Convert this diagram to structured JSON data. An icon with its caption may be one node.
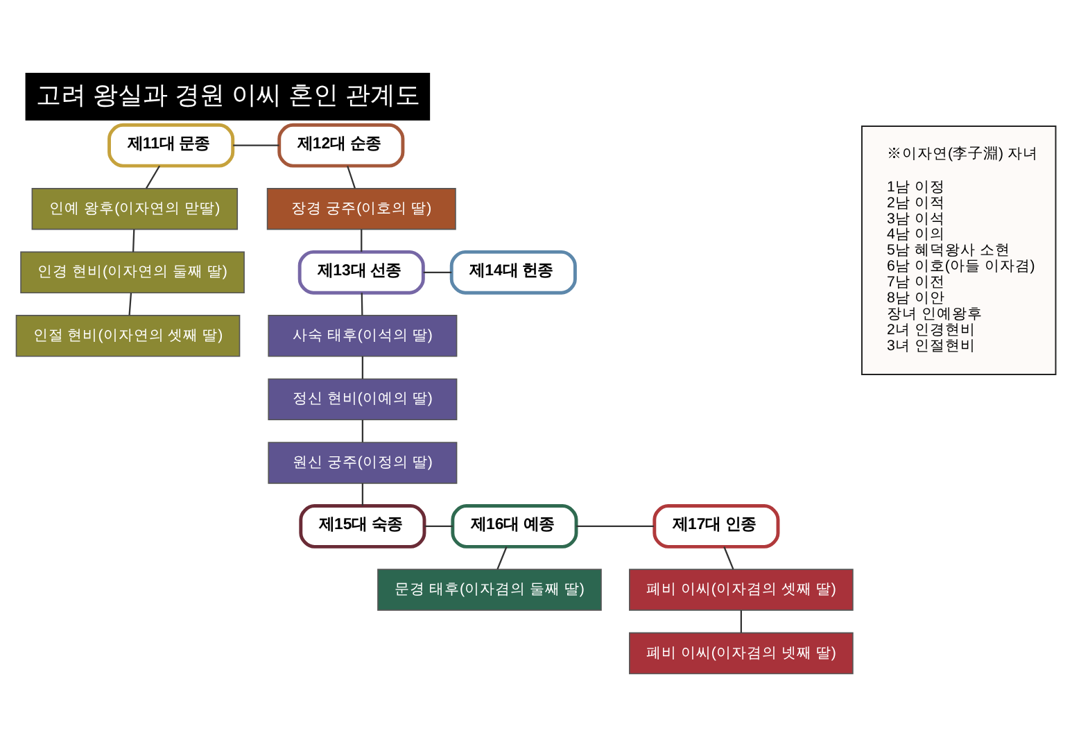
{
  "diagram": {
    "title": "고려 왕실과 경원 이씨 혼인 관계도",
    "nodes": [
      {
        "text": [
          "제11대 문종"
        ]
      },
      {
        "text": [
          "제12대 순종"
        ]
      },
      {
        "text": [
          "인예 왕후(이자연의 맏딸)"
        ]
      },
      {
        "text": [
          "인경 현비(이자연의 둘째 딸)"
        ]
      },
      {
        "text": [
          "인절 현비(이자연의 셋째 딸)"
        ]
      },
      {
        "text": [
          "장경 궁주(이호의 딸)"
        ]
      },
      {
        "text": [
          "제13대 선종"
        ]
      },
      {
        "text": [
          "제14대 헌종"
        ]
      },
      {
        "text": [
          "사숙 태후(이석의 딸)"
        ]
      },
      {
        "text": [
          "정신 현비(이예의 딸)"
        ]
      },
      {
        "text": [
          "원신 궁주(이정의 딸)"
        ]
      },
      {
        "text": [
          "제15대 숙종"
        ]
      },
      {
        "text": [
          "제16대 예종"
        ]
      },
      {
        "text": [
          "제17대 인종"
        ]
      },
      {
        "text": [
          "문경 태후(이자겸의 둘째 딸)"
        ]
      },
      {
        "text": [
          "폐비 이씨(이자겸의 셋째 딸)"
        ]
      },
      {
        "text": [
          "폐비 이씨(이자겸의 넷째 딸)"
        ]
      },
      {
        "text": [
          "※이자연(李子淵) 자녀",
          "1남 이정",
          "2남 이적",
          "3남 이석",
          "4남 이의",
          "5남 혜덕왕사 소현",
          "6남 이호(아들 이자겸)",
          "7남 이전",
          "8남 이안",
          "장녀 인예왕후",
          "2녀 인경현비",
          "3녀 인절현비"
        ]
      }
    ],
    "edges": [
      {
        "from": 0,
        "to": 1,
        "arrow": "none"
      },
      {
        "from": 0,
        "to": 2,
        "arrow": "none"
      },
      {
        "from": 2,
        "to": 3,
        "arrow": "none"
      },
      {
        "from": 3,
        "to": 4,
        "arrow": "none"
      },
      {
        "from": 1,
        "to": 5,
        "arrow": "none"
      },
      {
        "from": 5,
        "to": 6,
        "arrow": "none"
      },
      {
        "from": 6,
        "to": 7,
        "arrow": "none"
      },
      {
        "from": 6,
        "to": 8,
        "arrow": "none"
      },
      {
        "from": 8,
        "to": 9,
        "arrow": "none"
      },
      {
        "from": 9,
        "to": 10,
        "arrow": "none"
      },
      {
        "from": 10,
        "to": 11,
        "arrow": "none"
      },
      {
        "from": 11,
        "to": 12,
        "arrow": "none"
      },
      {
        "from": 12,
        "to": 13,
        "arrow": "none"
      },
      {
        "from": 12,
        "to": 14,
        "arrow": "none"
      },
      {
        "from": 13,
        "to": 15,
        "arrow": "none"
      },
      {
        "from": 15,
        "to": 16,
        "arrow": "none"
      }
    ]
  }
}
